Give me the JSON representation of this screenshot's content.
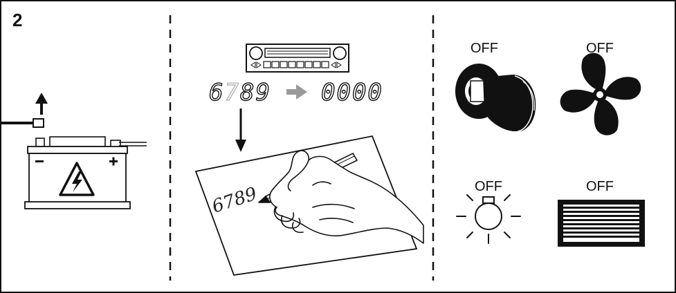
{
  "step_number": "2",
  "radio": {
    "code_before_prefix": "6",
    "code_before_faded": "7",
    "code_before_suffix": "89",
    "code_after": "0000",
    "written_code": "6789"
  },
  "status_labels": {
    "ignition": "OFF",
    "fan": "OFF",
    "lights": "OFF",
    "rear_defrost": "OFF"
  },
  "icons": [
    "battery-icon",
    "arrow-up-icon",
    "warning-high-voltage-icon",
    "radio-icon",
    "arrow-right-icon",
    "arrow-down-icon",
    "hand-writing-icon",
    "ignition-key-icon",
    "fan-icon",
    "light-bulb-icon",
    "rear-defrost-icon"
  ]
}
